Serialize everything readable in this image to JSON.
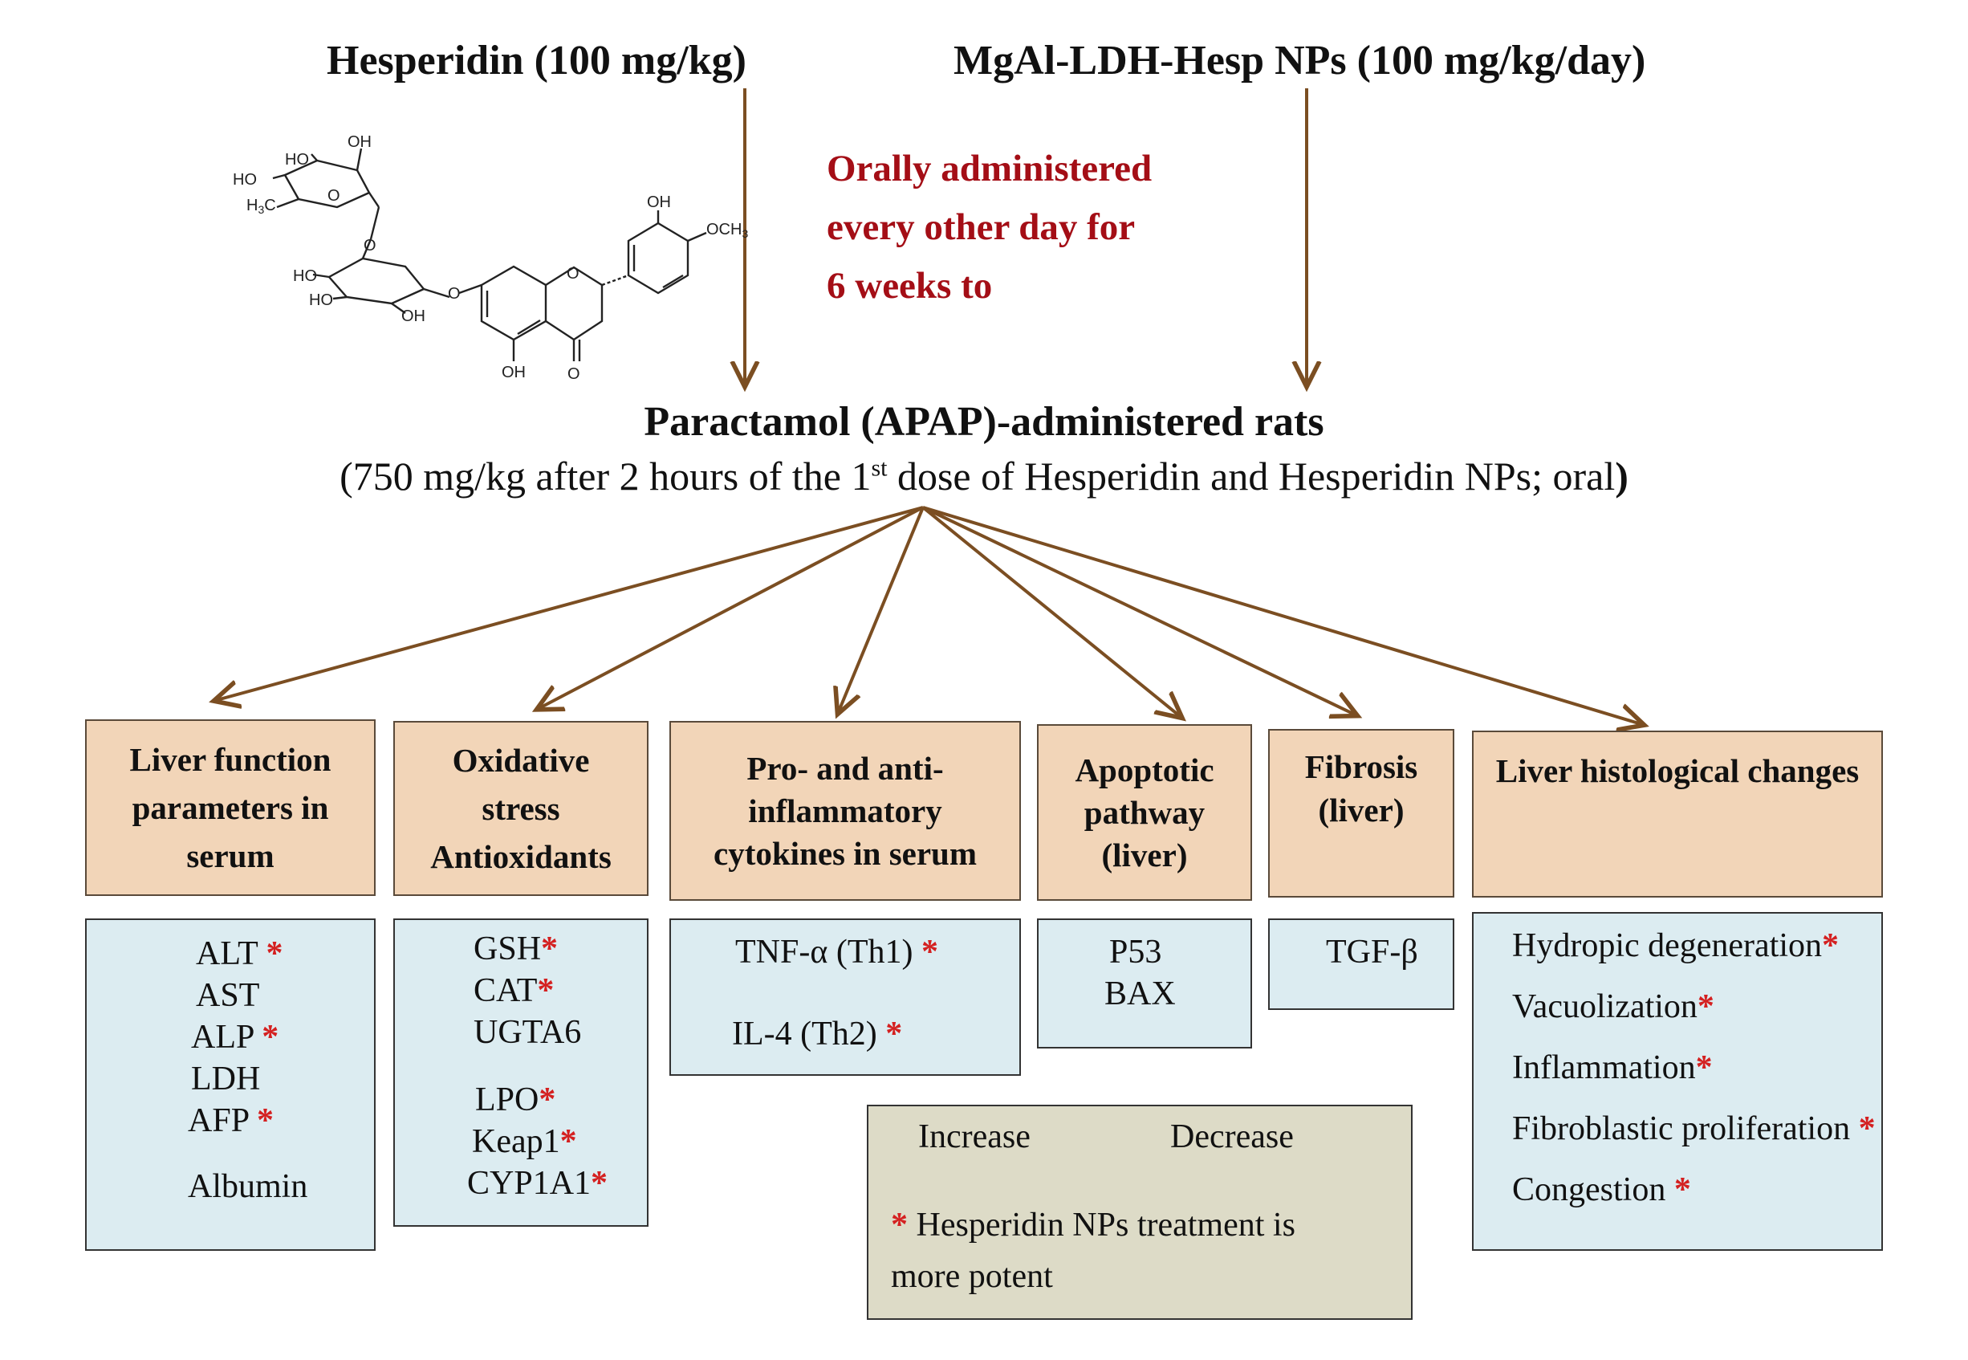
{
  "header": {
    "left_treatment": "Hesperidin (100 mg/kg)",
    "right_treatment": "MgAl-LDH-Hesp NPs (100 mg/kg/day)"
  },
  "molecule": {
    "icon": "hesperidin-structure-icon",
    "labels": [
      "HO",
      "OH",
      "HO",
      "H3C",
      "O",
      "O",
      "HO",
      "HO",
      "OH",
      "O",
      "O",
      "OH",
      "OCH3",
      "OH",
      "O"
    ]
  },
  "administration_note": {
    "line1": "Orally administered",
    "line2": "every other day for",
    "line3": "6 weeks to"
  },
  "target": {
    "title": "Paractamol (APAP)-administered rats",
    "sub_before": "(750 mg/kg after 2 hours of the 1",
    "sub_sup": "st",
    "sub_after": " dose of Hesperidin and Hesperidin NPs; oral",
    "sub_close": ")"
  },
  "categories": [
    {
      "id": "liver-function",
      "title": [
        "Liver function",
        "parameters in",
        "serum"
      ]
    },
    {
      "id": "oxidative-stress",
      "title": [
        "Oxidative",
        "stress",
        "Antioxidants"
      ]
    },
    {
      "id": "cytokines",
      "title": [
        "Pro- and anti-",
        "inflammatory",
        "cytokines in serum"
      ]
    },
    {
      "id": "apoptotic",
      "title": [
        "Apoptotic",
        "pathway",
        "(liver)"
      ]
    },
    {
      "id": "fibrosis",
      "title": [
        "Fibrosis",
        "(liver)"
      ]
    },
    {
      "id": "histology",
      "title": [
        "Liver histological changes"
      ]
    }
  ],
  "results": {
    "liver_function": {
      "decrease": [
        {
          "label": "ALT",
          "star": "*"
        },
        {
          "label": "AST",
          "star": ""
        },
        {
          "label": "ALP",
          "star": "*"
        },
        {
          "label": "LDH",
          "star": ""
        },
        {
          "label": "AFP",
          "star": "*"
        }
      ],
      "increase": [
        {
          "label": "Albumin",
          "star": ""
        }
      ]
    },
    "oxidative_stress": {
      "increase": [
        {
          "label": "GSH",
          "star": "*"
        },
        {
          "label": "CAT",
          "star": "*"
        },
        {
          "label": "UGTA6",
          "star": ""
        }
      ],
      "decrease": [
        {
          "label": "LPO",
          "star": "*"
        },
        {
          "label": "Keap1",
          "star": "*"
        },
        {
          "label": "CYP1A1",
          "star": "*"
        }
      ]
    },
    "cytokines": {
      "decrease": [
        {
          "label": "TNF-α (Th1)",
          "star": "*"
        }
      ],
      "increase": [
        {
          "label": "IL-4 (Th2)",
          "star": "*"
        }
      ]
    },
    "apoptotic": {
      "decrease": [
        {
          "label": "P53",
          "star": ""
        },
        {
          "label": "BAX",
          "star": ""
        }
      ]
    },
    "fibrosis": {
      "decrease": [
        {
          "label": "TGF-β",
          "star": ""
        }
      ]
    },
    "histology": {
      "decrease": [
        {
          "label": "Hydropic degeneration",
          "star": "*"
        },
        {
          "label": "Vacuolization",
          "star": "*"
        },
        {
          "label": "Inflammation",
          "star": "*"
        },
        {
          "label": "Fibroblastic proliferation",
          "star": "*"
        },
        {
          "label": "Congestion",
          "star": "*"
        }
      ]
    }
  },
  "legend": {
    "increase": "Increase",
    "decrease": "Decrease",
    "star": "*",
    "note_line1": "Hesperidin NPs treatment is",
    "note_line2": "more potent"
  },
  "colors": {
    "flow_arrow": "#7b4e22",
    "effect_arrow": "#cc1f1f",
    "note_text": "#a40e16",
    "star": "#d42020",
    "category_fill": "#f2d5b8",
    "result_fill": "#dcecf1",
    "legend_fill": "#dddbc7"
  }
}
